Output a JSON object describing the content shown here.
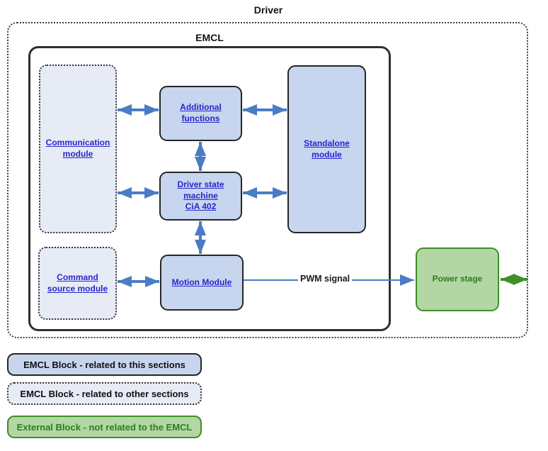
{
  "diagram": {
    "outer_title": "Driver",
    "inner_title": "EMCL",
    "blocks": {
      "communication": {
        "label": "Communication\nmodule"
      },
      "additional": {
        "label": "Additional\nfunctions"
      },
      "state_machine": {
        "label": "Driver state\nmachine\nCiA 402"
      },
      "standalone": {
        "label": "Standalone\nmodule"
      },
      "command_source": {
        "label": "Command\nsource module"
      },
      "motion": {
        "label": "Motion Module"
      },
      "power_stage": {
        "label": "Power stage"
      }
    },
    "signal_label": "PWM signal"
  },
  "legend": {
    "items": [
      {
        "label": "EMCL Block - related to this sections"
      },
      {
        "label": "EMCL Block - related to other sections"
      },
      {
        "label": "External Block - not related to the EMCL"
      }
    ]
  },
  "colors": {
    "emcl_block_fill": "#C7D5EF",
    "emcl_other_fill": "#E7EBF6",
    "external_fill": "#B2D6A4",
    "external_border": "#3E8F27",
    "external_text": "#2E7D1E",
    "link_text": "#2626CC",
    "arrow_blue": "#4A7CC4",
    "arrow_green": "#3E8F27",
    "border_dark": "#303030"
  }
}
